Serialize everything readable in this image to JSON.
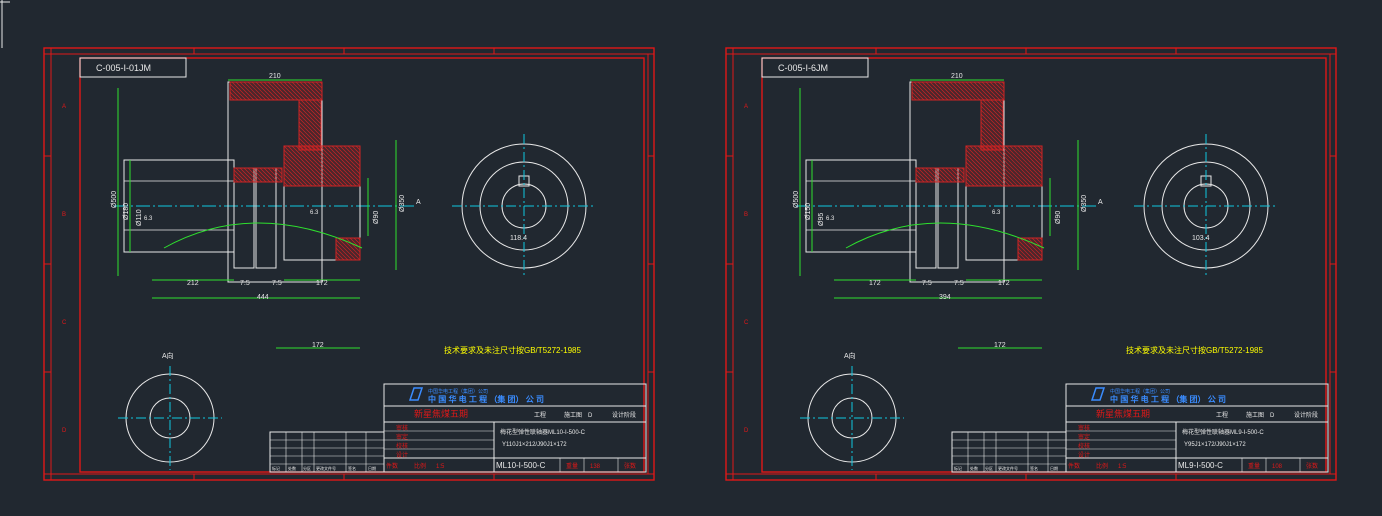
{
  "colors": {
    "background": "#212830",
    "frame": "#e01818",
    "geometry": "#e8e8e8",
    "dimension": "#2ee02e",
    "center_line": "#10c8e0",
    "note": "#ffff00",
    "hatch": "#d02424",
    "title_text": "#e8e8e8",
    "company": "#3a8cff"
  },
  "sheets": [
    {
      "id": "ML10",
      "drawing_code": "ML10-I-500-C",
      "code_box_mirrored": "C-005-I-01JM",
      "dims": {
        "top_width": "210",
        "length_left": "212",
        "gap1": "7.5",
        "gap2": "7.5",
        "length_right": "172",
        "total": "444",
        "bottom_len": "172",
        "dia_outer": "Ø500",
        "dia_hub": "Ø180",
        "dia_bore_l": "Ø110",
        "dia_bore_r": "Ø90",
        "dia_flange": "Ø350",
        "roughness": "6.3",
        "keyway": "118.4"
      },
      "section_label": "A",
      "view_label": "A向",
      "tech_note": "技术要求及未注尺寸按GB/T5272-1985",
      "title_block": {
        "company_small": "中国华电工程（集团）公司",
        "company": "中 国 华 电 工 程 （集 团） 公 司",
        "project": "新星焦煤五期",
        "drawing_title": "梅花型弹性联轴器ML10-I-500-C",
        "drawing_sub": "Y110J1×212/J90J1×172",
        "scale": "1:5",
        "weight": "138",
        "sheet": "张",
        "row_labels": [
          "审核",
          "审定",
          "校核",
          "设计"
        ],
        "work_label": "工程",
        "stage_label": "施工图",
        "stage": "D",
        "part_label": "设计阶段",
        "bottom_headers": [
          "标记",
          "处数",
          "分区",
          "更改文件号",
          "签名",
          "日期"
        ],
        "qty_label": "件数",
        "scale_label": "比例",
        "weight_label": "重量",
        "page_label": "张数"
      }
    },
    {
      "id": "ML9",
      "drawing_code": "ML9-I-500-C",
      "code_box_mirrored": "C-005-I-6JM",
      "dims": {
        "top_width": "210",
        "length_left": "172",
        "gap1": "7.5",
        "gap2": "7.5",
        "length_right": "172",
        "total": "394",
        "bottom_len": "172",
        "dia_outer": "Ø500",
        "dia_hub": "Ø150",
        "dia_bore_l": "Ø95",
        "dia_bore_r": "Ø90",
        "dia_flange": "Ø350",
        "roughness": "6.3",
        "keyway": "103.4"
      },
      "section_label": "A",
      "view_label": "A向",
      "tech_note": "技术要求及未注尺寸按GB/T5272-1985",
      "title_block": {
        "company_small": "中国华电工程（集团）公司",
        "company": "中 国 华 电 工 程 （集 团） 公 司",
        "project": "新星焦煤五期",
        "drawing_title": "梅花型弹性联轴器ML9-I-500-C",
        "drawing_sub": "Y95J1×172/J90J1×172",
        "scale": "1:5",
        "weight": "108",
        "sheet": "张",
        "row_labels": [
          "审核",
          "审定",
          "校核",
          "设计"
        ],
        "work_label": "工程",
        "stage_label": "施工图",
        "stage": "D",
        "part_label": "设计阶段",
        "bottom_headers": [
          "标记",
          "处数",
          "分区",
          "更改文件号",
          "签名",
          "日期"
        ],
        "qty_label": "件数",
        "scale_label": "比例",
        "weight_label": "重量",
        "page_label": "张数"
      }
    }
  ]
}
